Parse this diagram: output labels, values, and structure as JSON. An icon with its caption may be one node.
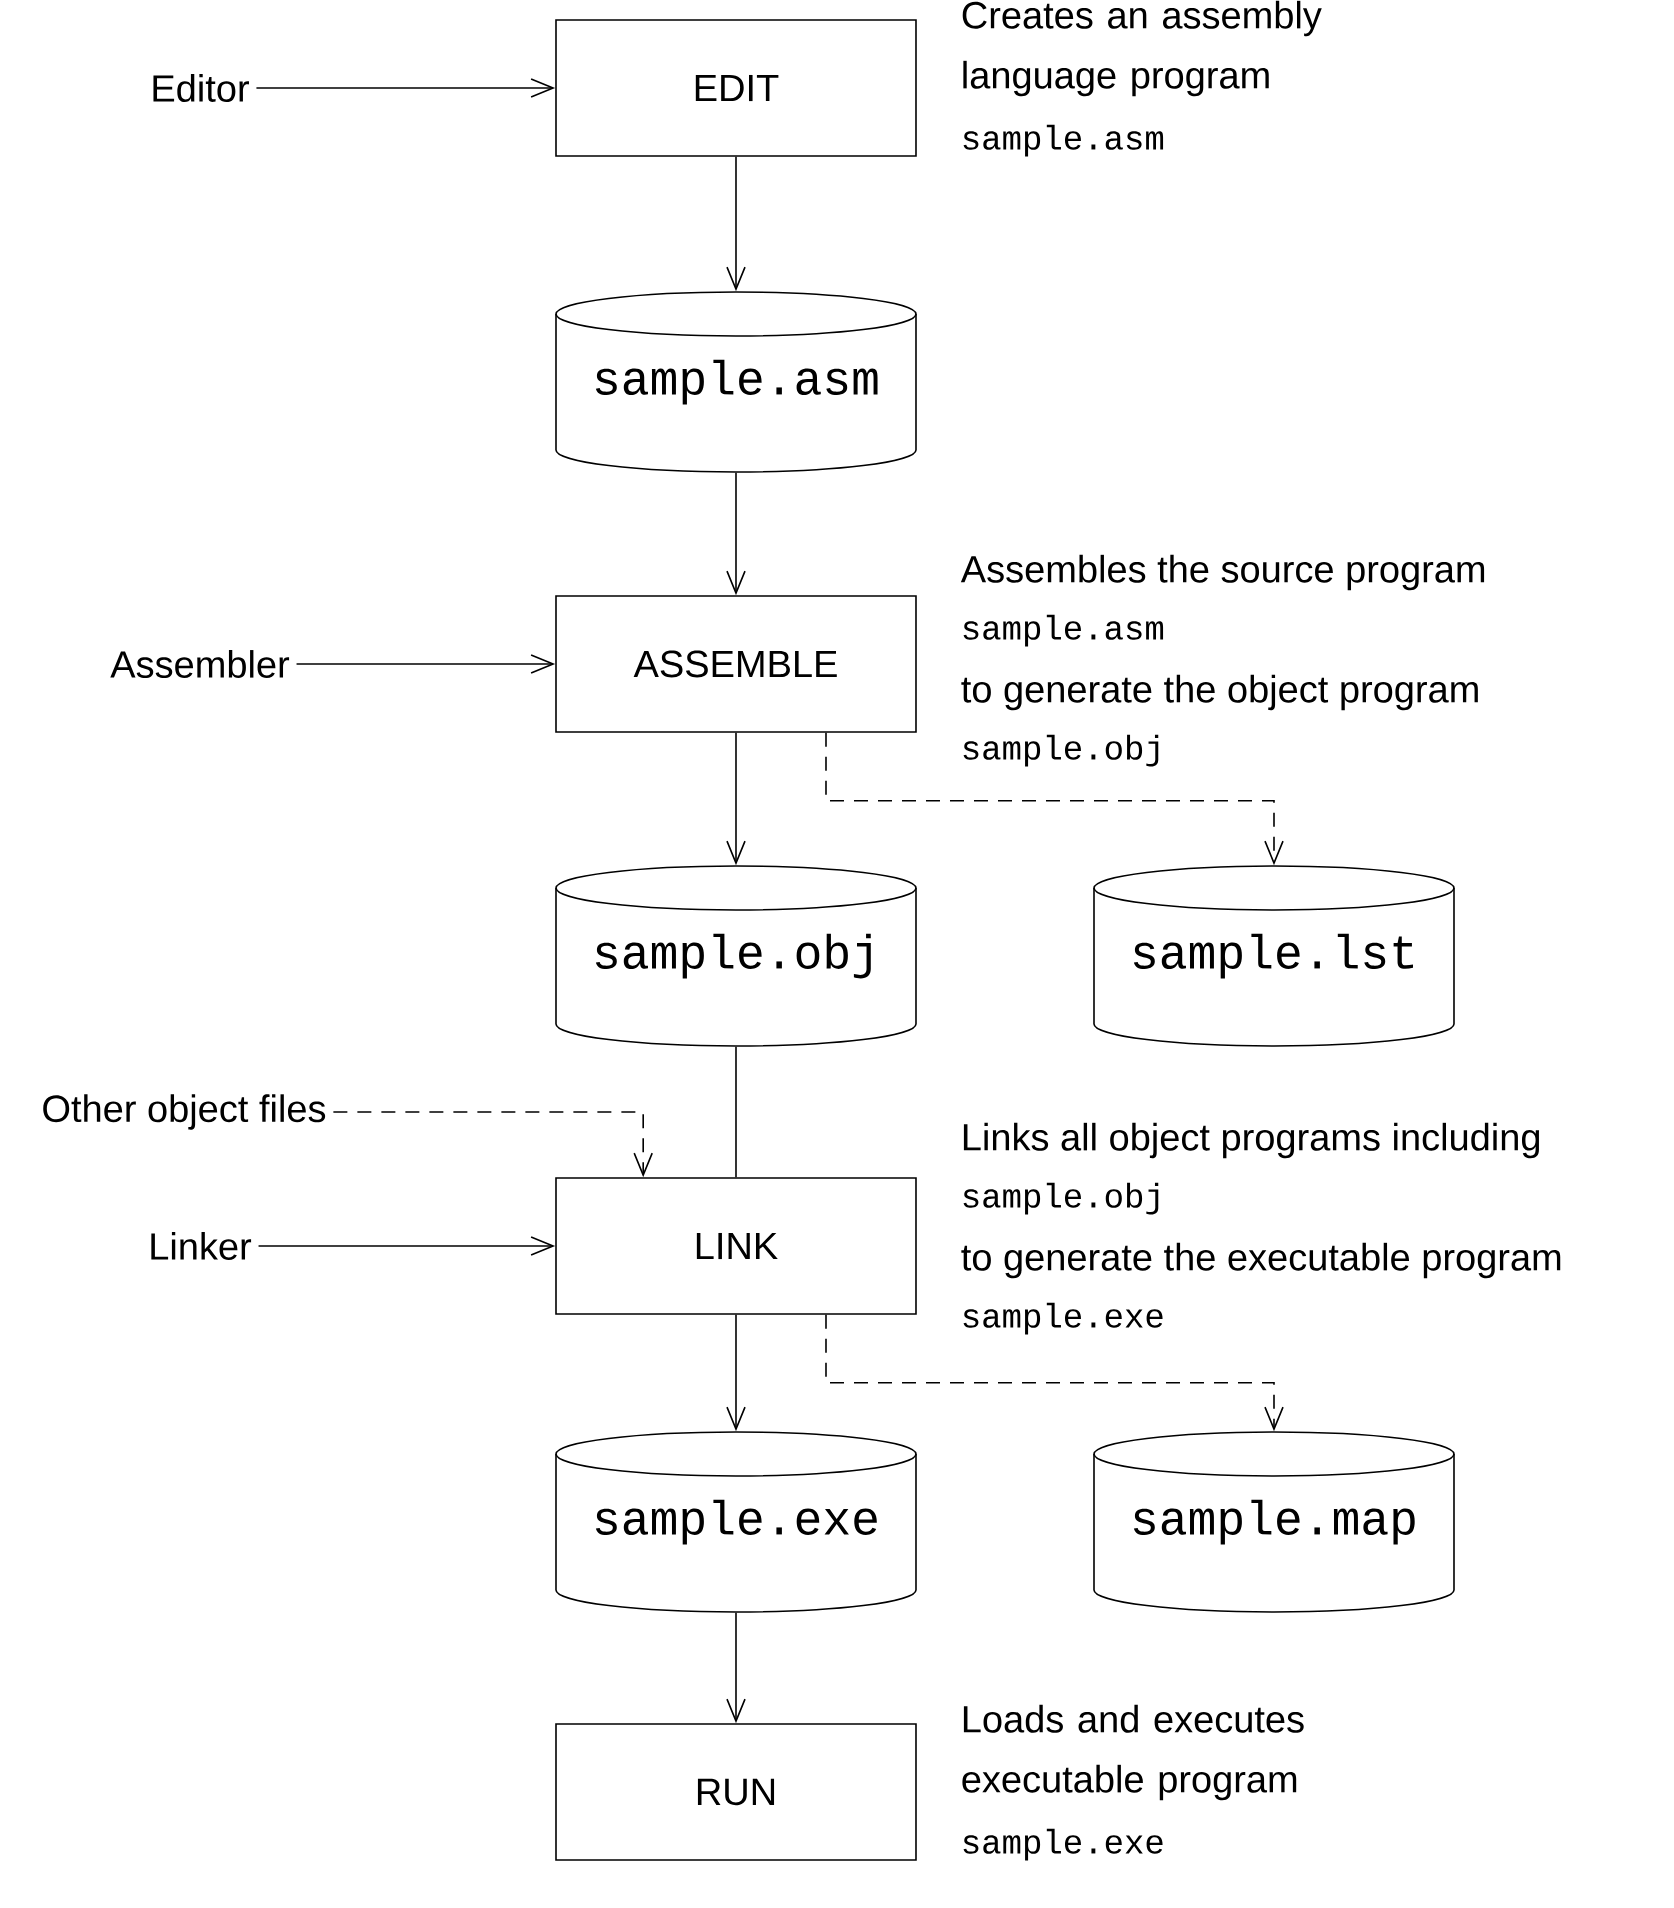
{
  "diagram": {
    "nodes": [
      {
        "text": [
          "Editor"
        ]
      },
      {
        "text": [
          "EDIT"
        ],
        "beside": [
          "Creates an assembly language program",
          "sample.asm"
        ]
      },
      {
        "text": [
          "sample.asm"
        ]
      },
      {
        "text": [
          "Assembler"
        ]
      },
      {
        "text": [
          "ASSEMBLE"
        ],
        "beside": [
          "Assembles the source program",
          "sample.asm",
          "to generate the object program",
          "sample.obj"
        ]
      },
      {
        "text": [
          "sample.obj"
        ]
      },
      {
        "text": [
          "sample.lst"
        ]
      },
      {
        "text": [
          "Other object files"
        ]
      },
      {
        "text": [
          "Linker"
        ]
      },
      {
        "text": [
          "LINK"
        ],
        "beside": [
          "Links all object programs including",
          "sample.obj",
          "to generate the executable program",
          "sample.exe"
        ]
      },
      {
        "text": [
          "sample.exe"
        ]
      },
      {
        "text": [
          "sample.map"
        ]
      },
      {
        "text": [
          "RUN"
        ],
        "beside": [
          "Loads and executes executable program",
          "sample.exe"
        ]
      }
    ],
    "edges": [
      {
        "from": 0,
        "to": 1,
        "arrow": "to"
      },
      {
        "from": 1,
        "to": 2,
        "arrow": "to"
      },
      {
        "from": 2,
        "to": 4,
        "arrow": "to"
      },
      {
        "from": 3,
        "to": 4,
        "arrow": "to"
      },
      {
        "from": 4,
        "to": 5,
        "arrow": "to"
      },
      {
        "from": 4,
        "to": 6,
        "arrow": "to",
        "style": "dashed"
      },
      {
        "from": 5,
        "to": 9,
        "arrow": "none"
      },
      {
        "from": 7,
        "to": 9,
        "arrow": "to",
        "style": "dashed"
      },
      {
        "from": 8,
        "to": 9,
        "arrow": "to"
      },
      {
        "from": 9,
        "to": 10,
        "arrow": "to"
      },
      {
        "from": 9,
        "to": 11,
        "arrow": "to",
        "style": "dashed"
      },
      {
        "from": 10,
        "to": 12,
        "arrow": "to"
      }
    ]
  }
}
